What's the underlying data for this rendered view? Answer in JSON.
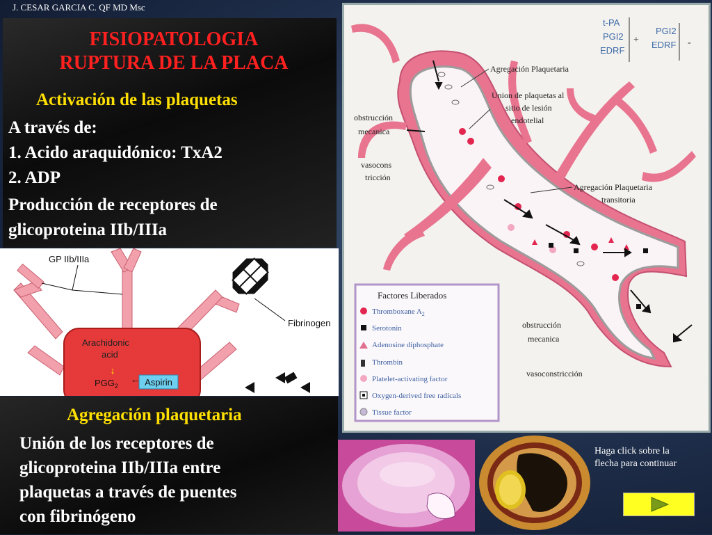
{
  "author": "J. CESAR GARCIA C.  QF  MD Msc",
  "title_line1": "FISIOPATOLOGIA",
  "title_line2": "RUPTURA DE LA PLACA",
  "activation": {
    "heading": "Activación de las plaquetas",
    "lines": [
      "A través de:",
      "1. Acido araquidónico: TxA2",
      "2. ADP",
      "Producción de receptores de",
      "glicoproteina IIb/IIIa"
    ]
  },
  "mechanism_diagram": {
    "label_gp": "GP IIb/IIIa",
    "label_fibrinogen": "Fibrinogen",
    "label_arachidonic_1": "Arachidonic",
    "label_arachidonic_2": "acid",
    "label_pgg": "PGG",
    "label_pgg_sub": "2",
    "label_aspirin": "Aspirin"
  },
  "aggregation": {
    "heading": "Agregación plaquetaria",
    "lines": [
      "Unión de los receptores de",
      "glicoproteina IIb/IIIa entre",
      "plaquetas a través de puentes",
      "con fibrinógeno"
    ]
  },
  "vessel_diagram": {
    "mediators_top": [
      "t-PA",
      "PGI2",
      "EDRF"
    ],
    "mediators_plus": "+",
    "mediators_right": [
      "PGI2",
      "EDRF"
    ],
    "mediators_minus": "-",
    "labels": {
      "agregacion": "Agregación Plaquetaria",
      "union_1": "Union de plaquetas al",
      "union_2": "sitio de lesión",
      "union_3": "endotelial",
      "obstruccion_1": "obstrucción",
      "obstruccion_2": "mecanica",
      "vasocons_1": "vasocons",
      "vasocons_2": "tricción",
      "transitoria_1": "Agregación Plaquetaria",
      "transitoria_2": "transitoria",
      "obstruccion_b1": "obstrucción",
      "obstruccion_b2": "mecanica",
      "vasoconstriccion": "vasoconstricción"
    },
    "legend_title": "Factores Liberados",
    "legend_items": [
      {
        "label": "Thromboxane A",
        "sub": "2"
      },
      {
        "label": "Serotonin",
        "sub": ""
      },
      {
        "label": "Adenosine diphosphate",
        "sub": ""
      },
      {
        "label": "Thrombin",
        "sub": ""
      },
      {
        "label": "Platelet-activating factor",
        "sub": ""
      },
      {
        "label": "Oxygen-derived free radicals",
        "sub": ""
      },
      {
        "label": "Tissue factor",
        "sub": ""
      }
    ]
  },
  "nav": {
    "note_line1": "Haga click sobre la",
    "note_line2": "flecha para continuar"
  },
  "colors": {
    "title_red": "#ff2020",
    "heading_yellow": "#ffe000",
    "vessel_pink": "#e8748f",
    "platelet_red": "#e2264f",
    "button_yellow": "#ffff22",
    "arrow_green": "#7a9a1a"
  }
}
